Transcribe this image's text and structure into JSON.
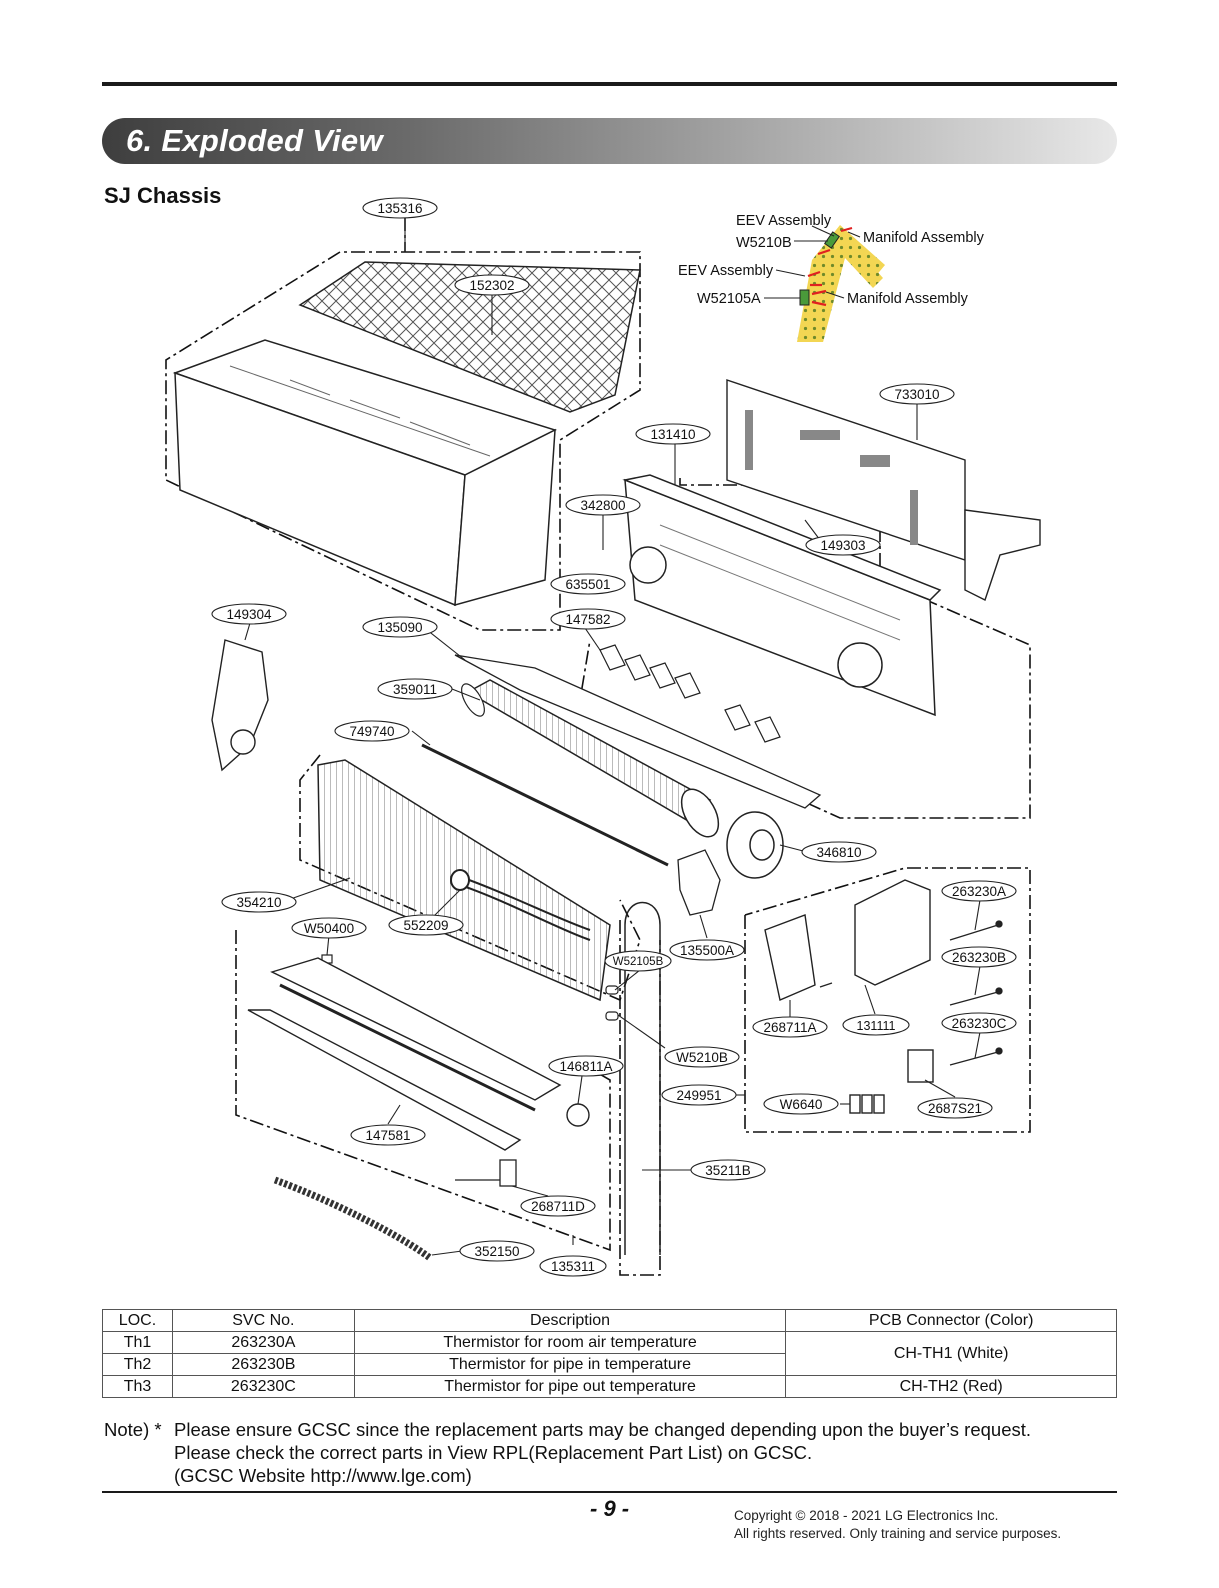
{
  "section": {
    "title": "6. Exploded View"
  },
  "chassis": {
    "title": "SJ Chassis"
  },
  "part_labels": {
    "p135316": "135316",
    "p152302": "152302",
    "p733010": "733010",
    "p131410": "131410",
    "p342800": "342800",
    "p149303": "149303",
    "p635501": "635501",
    "p149304": "149304",
    "p135090": "135090",
    "p147582": "147582",
    "p359011": "359011",
    "p749740": "749740",
    "p346810": "346810",
    "p354210": "354210",
    "p552209": "552209",
    "pW50400": "W50400",
    "pW52105B": "W52105B",
    "p135500A": "135500A",
    "p263230A": "263230A",
    "p263230B": "263230B",
    "p263230C": "263230C",
    "p268711A": "268711A",
    "p131111": "131111",
    "pW5210B": "W5210B",
    "p146811A": "146811A",
    "p249951": "249951",
    "pW6640": "W6640",
    "p2687S21": "2687S21",
    "p147581": "147581",
    "p35211B": "35211B",
    "p268711D": "268711D",
    "p352150": "352150",
    "p135311": "135311"
  },
  "inset": {
    "eev_assembly_1": "EEV Assembly",
    "w5210b": "W5210B",
    "manifold_assembly_1": "Manifold Assembly",
    "eev_assembly_2": "EEV Assembly",
    "w52105a": "W52105A",
    "manifold_assembly_2": "Manifold Assembly"
  },
  "table": {
    "headers": [
      "LOC.",
      "SVC No.",
      "Description",
      "PCB Connector (Color)"
    ],
    "rows": [
      {
        "loc": "Th1",
        "svc": "263230A",
        "desc": "Thermistor for room air temperature"
      },
      {
        "loc": "Th2",
        "svc": "263230B",
        "desc": "Thermistor for pipe in temperature"
      },
      {
        "loc": "Th3",
        "svc": "263230C",
        "desc": "Thermistor for pipe out temperature"
      }
    ],
    "connector_th12": "CH-TH1 (White)",
    "connector_th3": "CH-TH2 (Red)"
  },
  "note": {
    "label": "Note) *",
    "line1": "Please ensure GCSC since the replacement parts may be changed depending upon the buyer’s request.",
    "line2": "Please check the correct parts in View RPL(Replacement Part List) on GCSC.",
    "line3": "(GCSC Website http://www.lge.com)"
  },
  "footer": {
    "page_number": "- 9 -",
    "copyright_line1": "Copyright © 2018 - 2021 LG Electronics Inc.",
    "copyright_line2": "All rights reserved. Only training and service purposes."
  }
}
